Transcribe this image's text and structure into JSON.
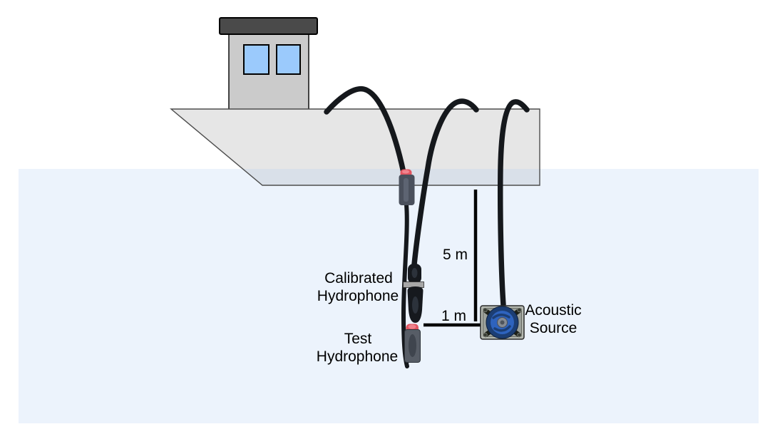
{
  "labels": {
    "calibrated_hydrophone": {
      "line1": "Calibrated",
      "line2": "Hydrophone"
    },
    "test_hydrophone": {
      "line1": "Test",
      "line2": "Hydrophone"
    },
    "acoustic_source": {
      "line1": "Acoustic",
      "line2": "Source"
    },
    "depth_measurement": "5 m",
    "distance_measurement": "1 m"
  },
  "colors": {
    "water": "#ECF3FC",
    "hull": "#E6E6E6",
    "hull_submerged": "#D9E0E9",
    "cabin": "#CBCBCB",
    "roof": "#4A4A4A",
    "window": "#9BCAFC",
    "cable": "#15181C",
    "measurement_line": "#000000",
    "red_cap": "#E25560",
    "connector_body": "#4A505C",
    "hydrophone_body": "#16191E",
    "clamp_band": "#A7A7A7",
    "test_hydrophone_body": "#575D66",
    "fan_frame": "#B5B9B1",
    "fan_rotor_outer": "#1C3E74",
    "fan_rotor_inner": "#2E63BE",
    "fan_hub": "#858B94"
  }
}
